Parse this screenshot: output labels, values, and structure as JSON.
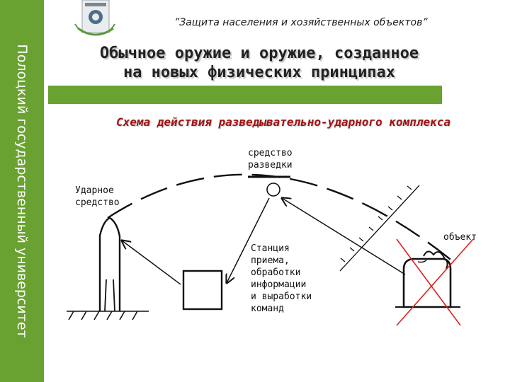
{
  "sidebar": {
    "text": "Полоцкий государственный университет"
  },
  "header": {
    "topic": "”Защита населения и хозяйственных объектов”"
  },
  "title": {
    "line1": "Обычное оружие и оружие, созданное",
    "line2": "на новых физических принципах"
  },
  "subtitle": "Схема действия разведывательно-ударного комплекса",
  "diagram": {
    "recon": {
      "line1": "средство",
      "line2": "разведки"
    },
    "strike": {
      "line1": "Ударное",
      "line2": "средство"
    },
    "target": "объект",
    "station": [
      "Станция",
      "приема,",
      "обработки",
      "информации",
      "и выработки",
      "команд"
    ]
  },
  "colors": {
    "sidebar_green": "#6aa232",
    "title_bar_green": "#6aa232",
    "subtitle_red": "#a01414",
    "target_cross_red": "#e01e1e"
  },
  "icons": {
    "logo": "university-crest-icon"
  }
}
